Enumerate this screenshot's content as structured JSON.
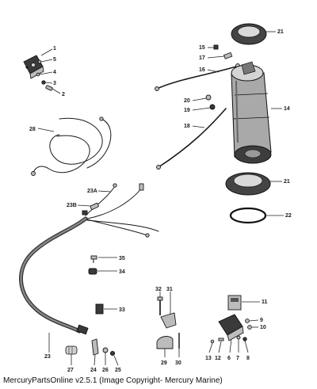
{
  "caption": "MercuryPartsOnline v2.5.1 (Image Copyright- Mercury Marine)",
  "callouts": [
    {
      "id": "c1",
      "text": "1"
    },
    {
      "id": "c5",
      "text": "5"
    },
    {
      "id": "c4",
      "text": "4"
    },
    {
      "id": "c3",
      "text": "3"
    },
    {
      "id": "c2",
      "text": "2"
    },
    {
      "id": "c21a",
      "text": "21"
    },
    {
      "id": "c15",
      "text": "15"
    },
    {
      "id": "c17",
      "text": "17"
    },
    {
      "id": "c16",
      "text": "16"
    },
    {
      "id": "c20",
      "text": "20"
    },
    {
      "id": "c19",
      "text": "19"
    },
    {
      "id": "c14",
      "text": "14"
    },
    {
      "id": "c18",
      "text": "18"
    },
    {
      "id": "c28",
      "text": "28"
    },
    {
      "id": "c21b",
      "text": "21"
    },
    {
      "id": "c22",
      "text": "22"
    },
    {
      "id": "c23a",
      "text": "23A"
    },
    {
      "id": "c23b",
      "text": "23B"
    },
    {
      "id": "c35",
      "text": "35"
    },
    {
      "id": "c34",
      "text": "34"
    },
    {
      "id": "c32",
      "text": "32"
    },
    {
      "id": "c31",
      "text": "31"
    },
    {
      "id": "c11",
      "text": "11"
    },
    {
      "id": "c33",
      "text": "33"
    },
    {
      "id": "c9",
      "text": "9"
    },
    {
      "id": "c10",
      "text": "10"
    },
    {
      "id": "c13",
      "text": "13"
    },
    {
      "id": "c12",
      "text": "12"
    },
    {
      "id": "c6",
      "text": "6"
    },
    {
      "id": "c7",
      "text": "7"
    },
    {
      "id": "c8",
      "text": "8"
    },
    {
      "id": "c29",
      "text": "29"
    },
    {
      "id": "c30",
      "text": "30"
    },
    {
      "id": "c23",
      "text": "23"
    },
    {
      "id": "c27",
      "text": "27"
    },
    {
      "id": "c24",
      "text": "24"
    },
    {
      "id": "c26",
      "text": "26"
    },
    {
      "id": "c25",
      "text": "25"
    }
  ]
}
